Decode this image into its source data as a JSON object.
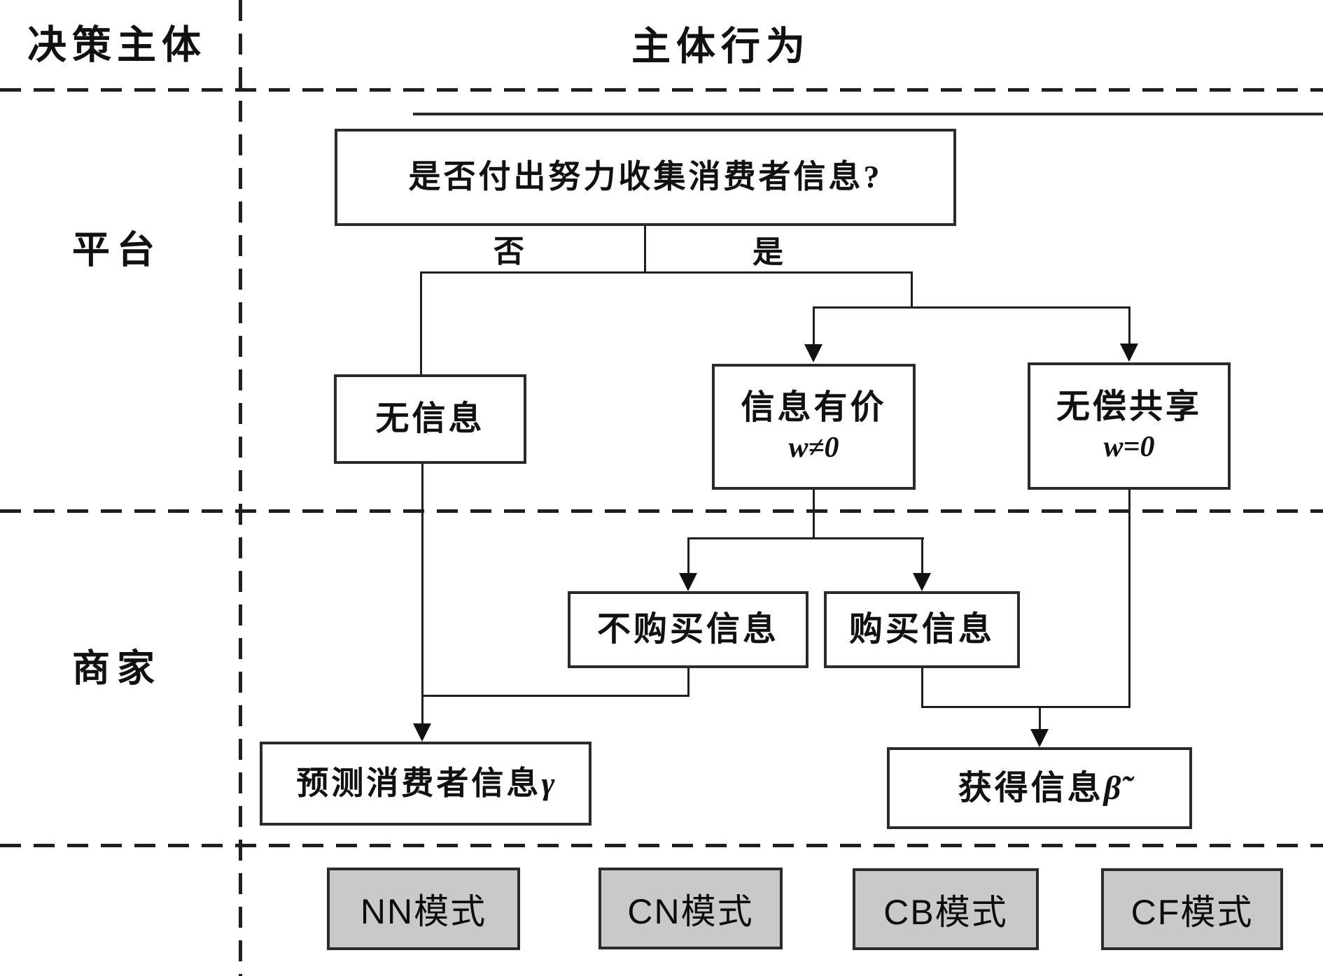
{
  "header": {
    "left": "决策主体",
    "right": "主体行为"
  },
  "sections": {
    "platform": "平台",
    "merchant": "商家"
  },
  "branch_labels": {
    "no": "否",
    "yes": "是"
  },
  "nodes": {
    "question": "是否付出努力收集消费者信息?",
    "no_info": "无信息",
    "priced_info": {
      "line1": "信息有价",
      "formula": "w≠0"
    },
    "free_share": {
      "line1": "无偿共享",
      "formula": "w=0"
    },
    "not_buy": "不购买信息",
    "buy": "购买信息",
    "predict": {
      "text": "预测消费者信息",
      "symbol": "γ"
    },
    "obtain": {
      "text": "获得信息",
      "symbol": "β̃"
    }
  },
  "modes": [
    {
      "label": "NN模式"
    },
    {
      "label": "CN模式"
    },
    {
      "label": "CB模式"
    },
    {
      "label": "CF模式"
    }
  ],
  "colors": {
    "line": "#1f1f1f",
    "mode_fill": "#c9c9c9",
    "background": "#ffffff"
  }
}
